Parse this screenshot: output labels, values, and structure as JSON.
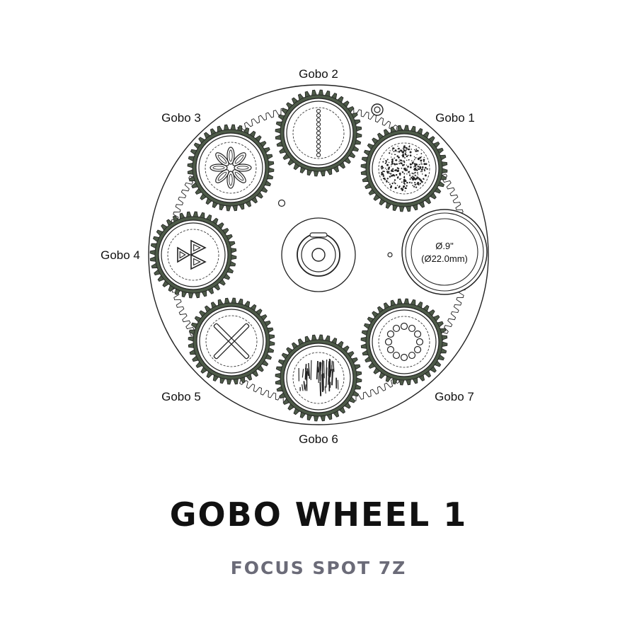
{
  "title": "GOBO WHEEL 1",
  "subtitle": "FOCUS SPOT 7Z",
  "colors": {
    "outline": "#222222",
    "gear_fill": "#4d5a48",
    "subtitle": "#6b6b78"
  },
  "open_position": {
    "line1": "Ø.9\"",
    "line2": "(Ø22.0mm)"
  },
  "gobos": [
    {
      "label": "Gobo 1",
      "pattern": "dots-texture"
    },
    {
      "label": "Gobo 2",
      "pattern": "dot-column"
    },
    {
      "label": "Gobo 3",
      "pattern": "flower-petals"
    },
    {
      "label": "Gobo 4",
      "pattern": "triangles"
    },
    {
      "label": "Gobo 5",
      "pattern": "cross"
    },
    {
      "label": "Gobo 6",
      "pattern": "vertical-streaks"
    },
    {
      "label": "Gobo 7",
      "pattern": "dot-ring"
    }
  ]
}
